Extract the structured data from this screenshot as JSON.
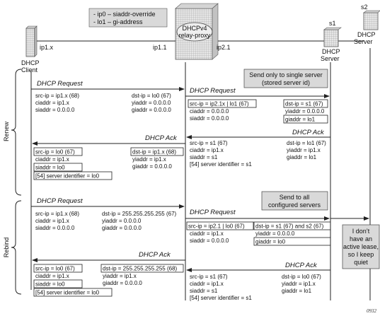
{
  "colors": {
    "note_fill": "#d9d9d9",
    "server_fill": "#e2e2e2",
    "line": "#222222"
  },
  "top_note": {
    "line1": "- ip0 – siaddr-override",
    "line2": "- lo1 – gi-address"
  },
  "relay": {
    "line1": "DHCPv4",
    "line2": "relay-proxy"
  },
  "client": {
    "line1": "DHCP",
    "line2": "Client",
    "icon": "server-tower-icon"
  },
  "server_s1": {
    "name": "s1",
    "line1": "DHCP",
    "line2": "Server",
    "icon": "server-tower-icon"
  },
  "server_s2": {
    "name": "s2",
    "line1": "DHCP",
    "line2": "Server",
    "icon": "server-tower-icon"
  },
  "ifaces": {
    "client_side": "ip1.x",
    "relay_left": "ip1.1",
    "relay_right": "ip2.1"
  },
  "phases": {
    "renew": "Renew",
    "rebind": "Rebind"
  },
  "notes": {
    "renew_note_1": "Send only to single server",
    "renew_note_2": "(stored server id)",
    "rebind_note_1": "Send to all",
    "rebind_note_2": "configured servers",
    "s2_note_1": "I don’t",
    "s2_note_2": "have an",
    "s2_note_3": "active lease,",
    "s2_note_4": "so I keep",
    "s2_note_5": "quiet"
  },
  "renew": {
    "req_client_title": "DHCP Request",
    "req_client_l1": "src-ip = ip1.x (68)",
    "req_client_l2": "ciaddr = ip1.x",
    "req_client_l3": "siaddr = 0.0.0.0",
    "req_client_r1": "dst-ip = lo0 (67)",
    "req_client_r2": "yiaddr = 0.0.0.0",
    "req_client_r3": "giaddr = 0.0.0.0",
    "req_server_title": "DHCP Request",
    "req_server_l1": "src-ip = ip2.1x | lo1 (67)",
    "req_server_l2": "ciaddr = 0.0.0.0",
    "req_server_l3": "siaddr = 0.0.0.0",
    "req_server_r1": "dst-ip = s1 (67)",
    "req_server_r2": "yiaddr = 0.0.0.0",
    "req_server_r3": "giaddr = lo1",
    "ack_server_title": "DHCP Ack",
    "ack_server_l1": "src-ip = s1 (67)",
    "ack_server_l2": "ciaddr = ip1.x",
    "ack_server_l3": "siaddr = s1",
    "ack_server_l4": "[54] server identifier = s1",
    "ack_server_r1": "dst-ip = lo1 (67)",
    "ack_server_r2": "yiaddr = ip1.x",
    "ack_server_r3": "giaddr = lo1",
    "ack_client_title": "DHCP Ack",
    "ack_client_l1": "src-ip = lo0 (67)",
    "ack_client_l2": "ciaddr = ip1.x",
    "ack_client_l3": "siaddr = lo0",
    "ack_client_l4": "[54] server identifier = lo0",
    "ack_client_r1": "dst-ip = ip1.x (68)",
    "ack_client_r2": "yiaddr = ip1.x",
    "ack_client_r3": "giaddr = 0.0.0.0"
  },
  "rebind": {
    "req_client_title": "DHCP Request",
    "req_client_l1": "src-ip = ip1.x (68)",
    "req_client_l2": "ciaddr = ip1.x",
    "req_client_l3": "siaddr = 0.0.0.0",
    "req_client_r1": "dst-ip = 255.255.255.255 (67)",
    "req_client_r2": "yiaddr = 0.0.0.0",
    "req_client_r3": "giaddr = 0.0.0.0",
    "req_server_title": "DHCP Request",
    "req_server_l1": "src-ip = ip2.1 | lo0 (67)",
    "req_server_l2": "ciaddr = ip1.x",
    "req_server_l3": "siaddr = 0.0.0.0",
    "req_server_r1": "dst-ip = s1 (67) and s2 (67)",
    "req_server_r2": "yiaddr = 0.0.0.0",
    "req_server_r3": "giaddr = lo0",
    "ack_server_title": "DHCP Ack",
    "ack_server_l1": "src-ip = s1 (67)",
    "ack_server_l2": "ciaddr = ip1.x",
    "ack_server_l3": "siaddr = s1",
    "ack_server_l4": "[54] server identifier = s1",
    "ack_server_r1": "dst-ip = lo0 (67)",
    "ack_server_r2": "yiaddr = ip1.x",
    "ack_server_r3": "giaddr = lo1",
    "ack_client_title": "DHCP Ack",
    "ack_client_l1": "src-ip = lo0 (67)",
    "ack_client_l2": "ciaddr = ip1.x",
    "ack_client_l3": "siaddr = lo0",
    "ack_client_l4": "[54] server identifier = lo0",
    "ack_client_r1": "dst-ip = 255.255.255.255 (68)",
    "ack_client_r2": "yiaddr = ip1.x",
    "ack_client_r3": "giaddr = 0.0.0.0"
  },
  "figure_id": "0932"
}
